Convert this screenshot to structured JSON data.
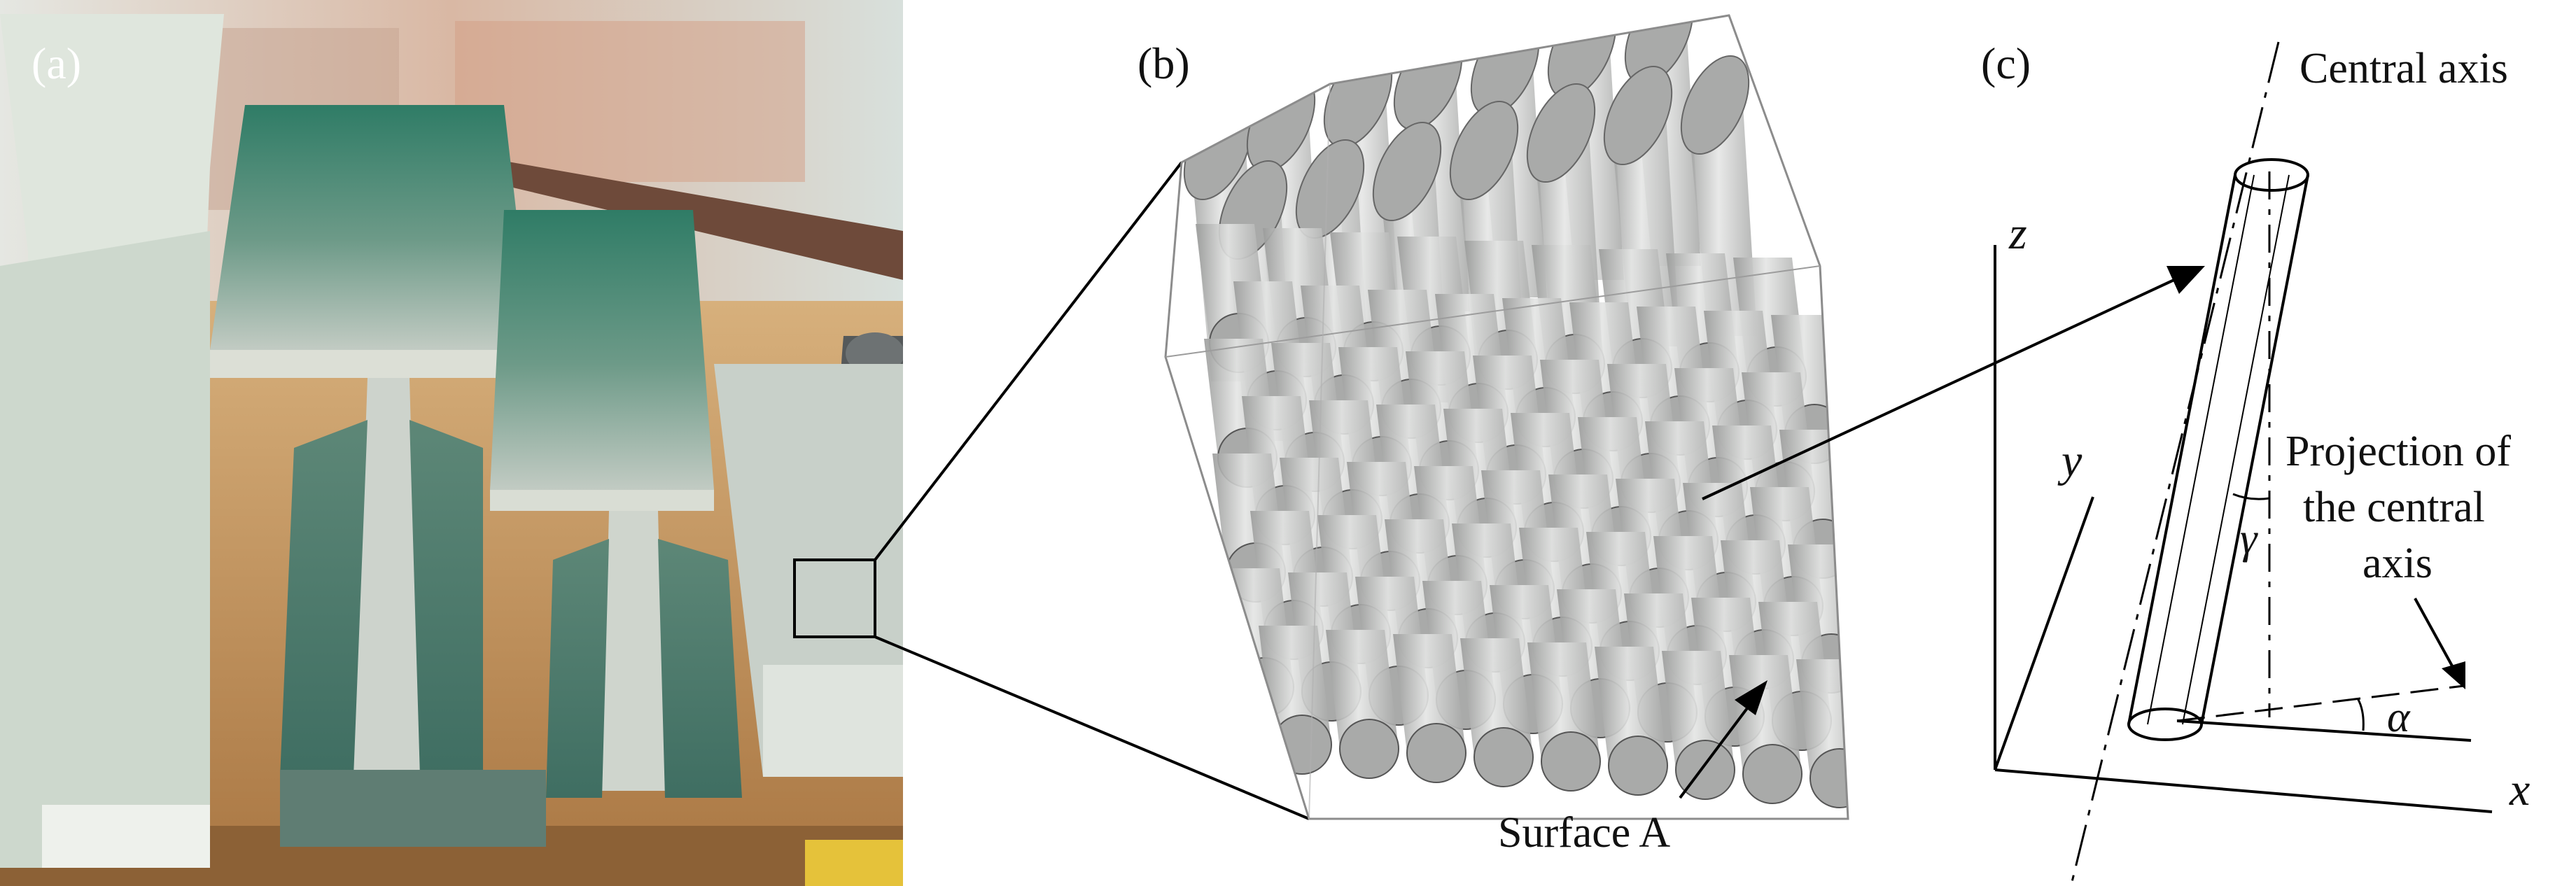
{
  "panels": {
    "a": {
      "label": "(a)"
    },
    "b": {
      "label": "(b)",
      "surface_label": "Surface A"
    },
    "c": {
      "label": "(c)",
      "central_axis_label": "Central axis",
      "projection_label": [
        "Projection of",
        "the central",
        "axis"
      ],
      "axes": {
        "x": "x",
        "y": "y",
        "z": "z"
      },
      "angles": {
        "gamma": "γ",
        "alpha": "α"
      }
    }
  },
  "colors": {
    "fiber_grey": "#a9aaa9",
    "fiber_light": "#cfd0cf",
    "matrix_box": "#8c8c8c",
    "grp_green": "#3f7c6d",
    "grp_light": "#c9d3cd",
    "wood": "#b98a55"
  },
  "icons": [
    "arrow-head-icon"
  ]
}
